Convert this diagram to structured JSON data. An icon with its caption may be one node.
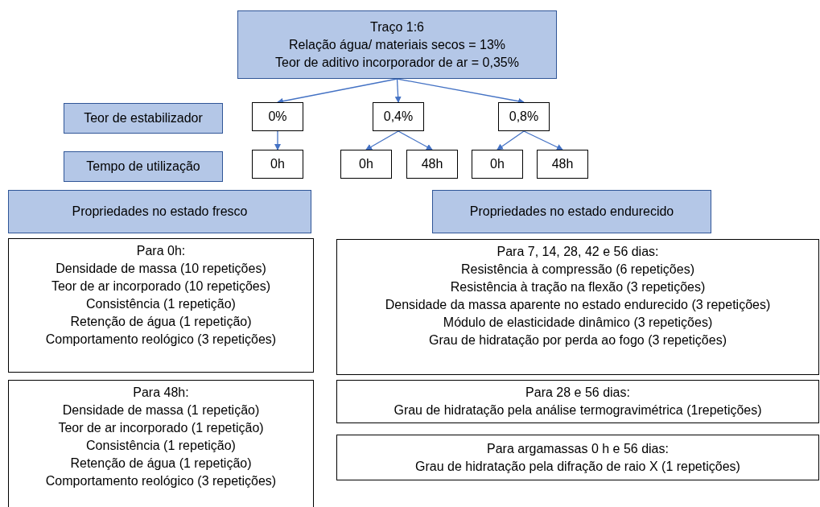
{
  "diagram": {
    "nodes": [
      {
        "text": [
          "Traço 1:6",
          "Relação água/ materiais secos = 13%",
          "Teor de aditivo incorporador de ar = 0,35%"
        ]
      },
      {
        "text": [
          "Teor de estabilizador"
        ]
      },
      {
        "text": [
          "0%"
        ]
      },
      {
        "text": [
          "0,4%"
        ]
      },
      {
        "text": [
          "0,8%"
        ]
      },
      {
        "text": [
          "Tempo de utilização"
        ]
      },
      {
        "text": [
          "0h"
        ]
      },
      {
        "text": [
          "0h"
        ]
      },
      {
        "text": [
          "48h"
        ]
      },
      {
        "text": [
          "0h"
        ]
      },
      {
        "text": [
          "48h"
        ]
      },
      {
        "text": [
          "Propriedades no estado fresco"
        ]
      },
      {
        "text": [
          "Propriedades no estado endurecido"
        ]
      },
      {
        "text": [
          "Para 0h:",
          "Densidade de massa (10 repetições)",
          "Teor de ar incorporado (10 repetições)",
          "Consistência (1 repetição)",
          "Retenção de água (1 repetição)",
          "Comportamento reológico (3 repetições)"
        ]
      },
      {
        "text": [
          "Para 7, 14, 28, 42 e 56 dias:",
          "Resistência à compressão (6 repetições)",
          "Resistência à tração na flexão (3 repetições)",
          "Densidade da massa aparente no estado endurecido (3 repetições)",
          "Módulo de elasticidade dinâmico (3 repetições)",
          "Grau de hidratação por perda ao fogo (3 repetições)"
        ]
      },
      {
        "text": [
          "Para 48h:",
          "Densidade de massa (1 repetição)",
          "Teor de ar incorporado (1 repetição)",
          "Consistência (1 repetição)",
          "Retenção de água (1 repetição)",
          "Comportamento reológico (3 repetições)"
        ]
      },
      {
        "text": [
          "Para 28 e 56 dias:",
          "Grau de hidratação pela análise termogravimétrica (1repetições)"
        ]
      },
      {
        "text": [
          "Para argamassas 0 h e 56 dias:",
          "Grau de hidratação pela difração de raio X (1 repetições)"
        ]
      }
    ],
    "edges": [
      {
        "from": 0,
        "to": 2,
        "arrow": "to"
      },
      {
        "from": 0,
        "to": 3,
        "arrow": "to"
      },
      {
        "from": 0,
        "to": 4,
        "arrow": "to"
      },
      {
        "from": 2,
        "to": 6,
        "arrow": "to"
      },
      {
        "from": 3,
        "to": 7,
        "arrow": "to"
      },
      {
        "from": 3,
        "to": 8,
        "arrow": "to"
      },
      {
        "from": 4,
        "to": 9,
        "arrow": "to"
      },
      {
        "from": 4,
        "to": 10,
        "arrow": "to"
      }
    ]
  }
}
